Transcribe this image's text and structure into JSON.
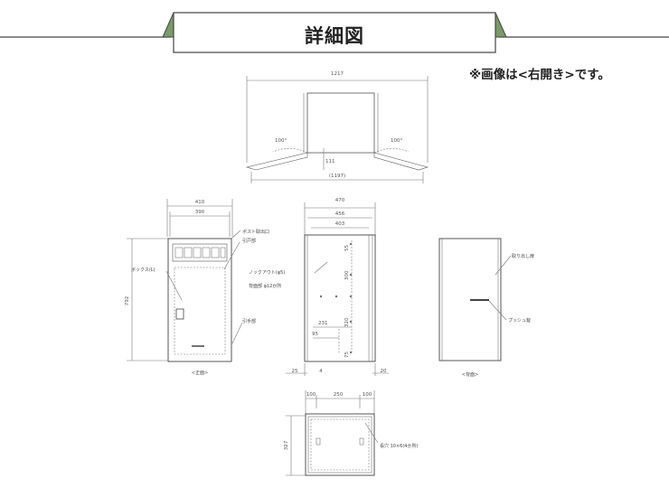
{
  "header": {
    "title": "詳細図"
  },
  "note": "※画像は<右開き>です。",
  "top_view": {
    "width_label": "1217",
    "inner_label": "(1197)",
    "angle_left": "100°",
    "angle_right": "100°",
    "small_label": "111"
  },
  "front_view": {
    "width_outer": "410",
    "width_inner": "390",
    "height": "792",
    "callout_post": "ポスト取出口",
    "callout_post2": "引戸部",
    "callout_door": "ボックス(L)",
    "callout_knob": "引手部",
    "caption": "<正面>"
  },
  "side_view": {
    "width_470": "470",
    "width_456": "456",
    "width_403": "403",
    "dim_55": "55",
    "dim_300": "300",
    "dim_320": "320",
    "dim_231": "231",
    "dim_95": "95",
    "dim_75": "75",
    "dim_25": "25",
    "dim_4": "4",
    "dim_20": "20",
    "callout_knockout": "ノックアウト(φ5)",
    "callout_knockout2": "背面部 φ12か所"
  },
  "back_view": {
    "callout_top": "取り出し扉",
    "callout_side": "プッシュ錠",
    "caption": "<背面>"
  },
  "bottom_view": {
    "dim_100a": "100",
    "dim_250": "250",
    "dim_100b": "100",
    "dim_327": "327",
    "callout_slot": "長穴 10×6(4か所)"
  }
}
